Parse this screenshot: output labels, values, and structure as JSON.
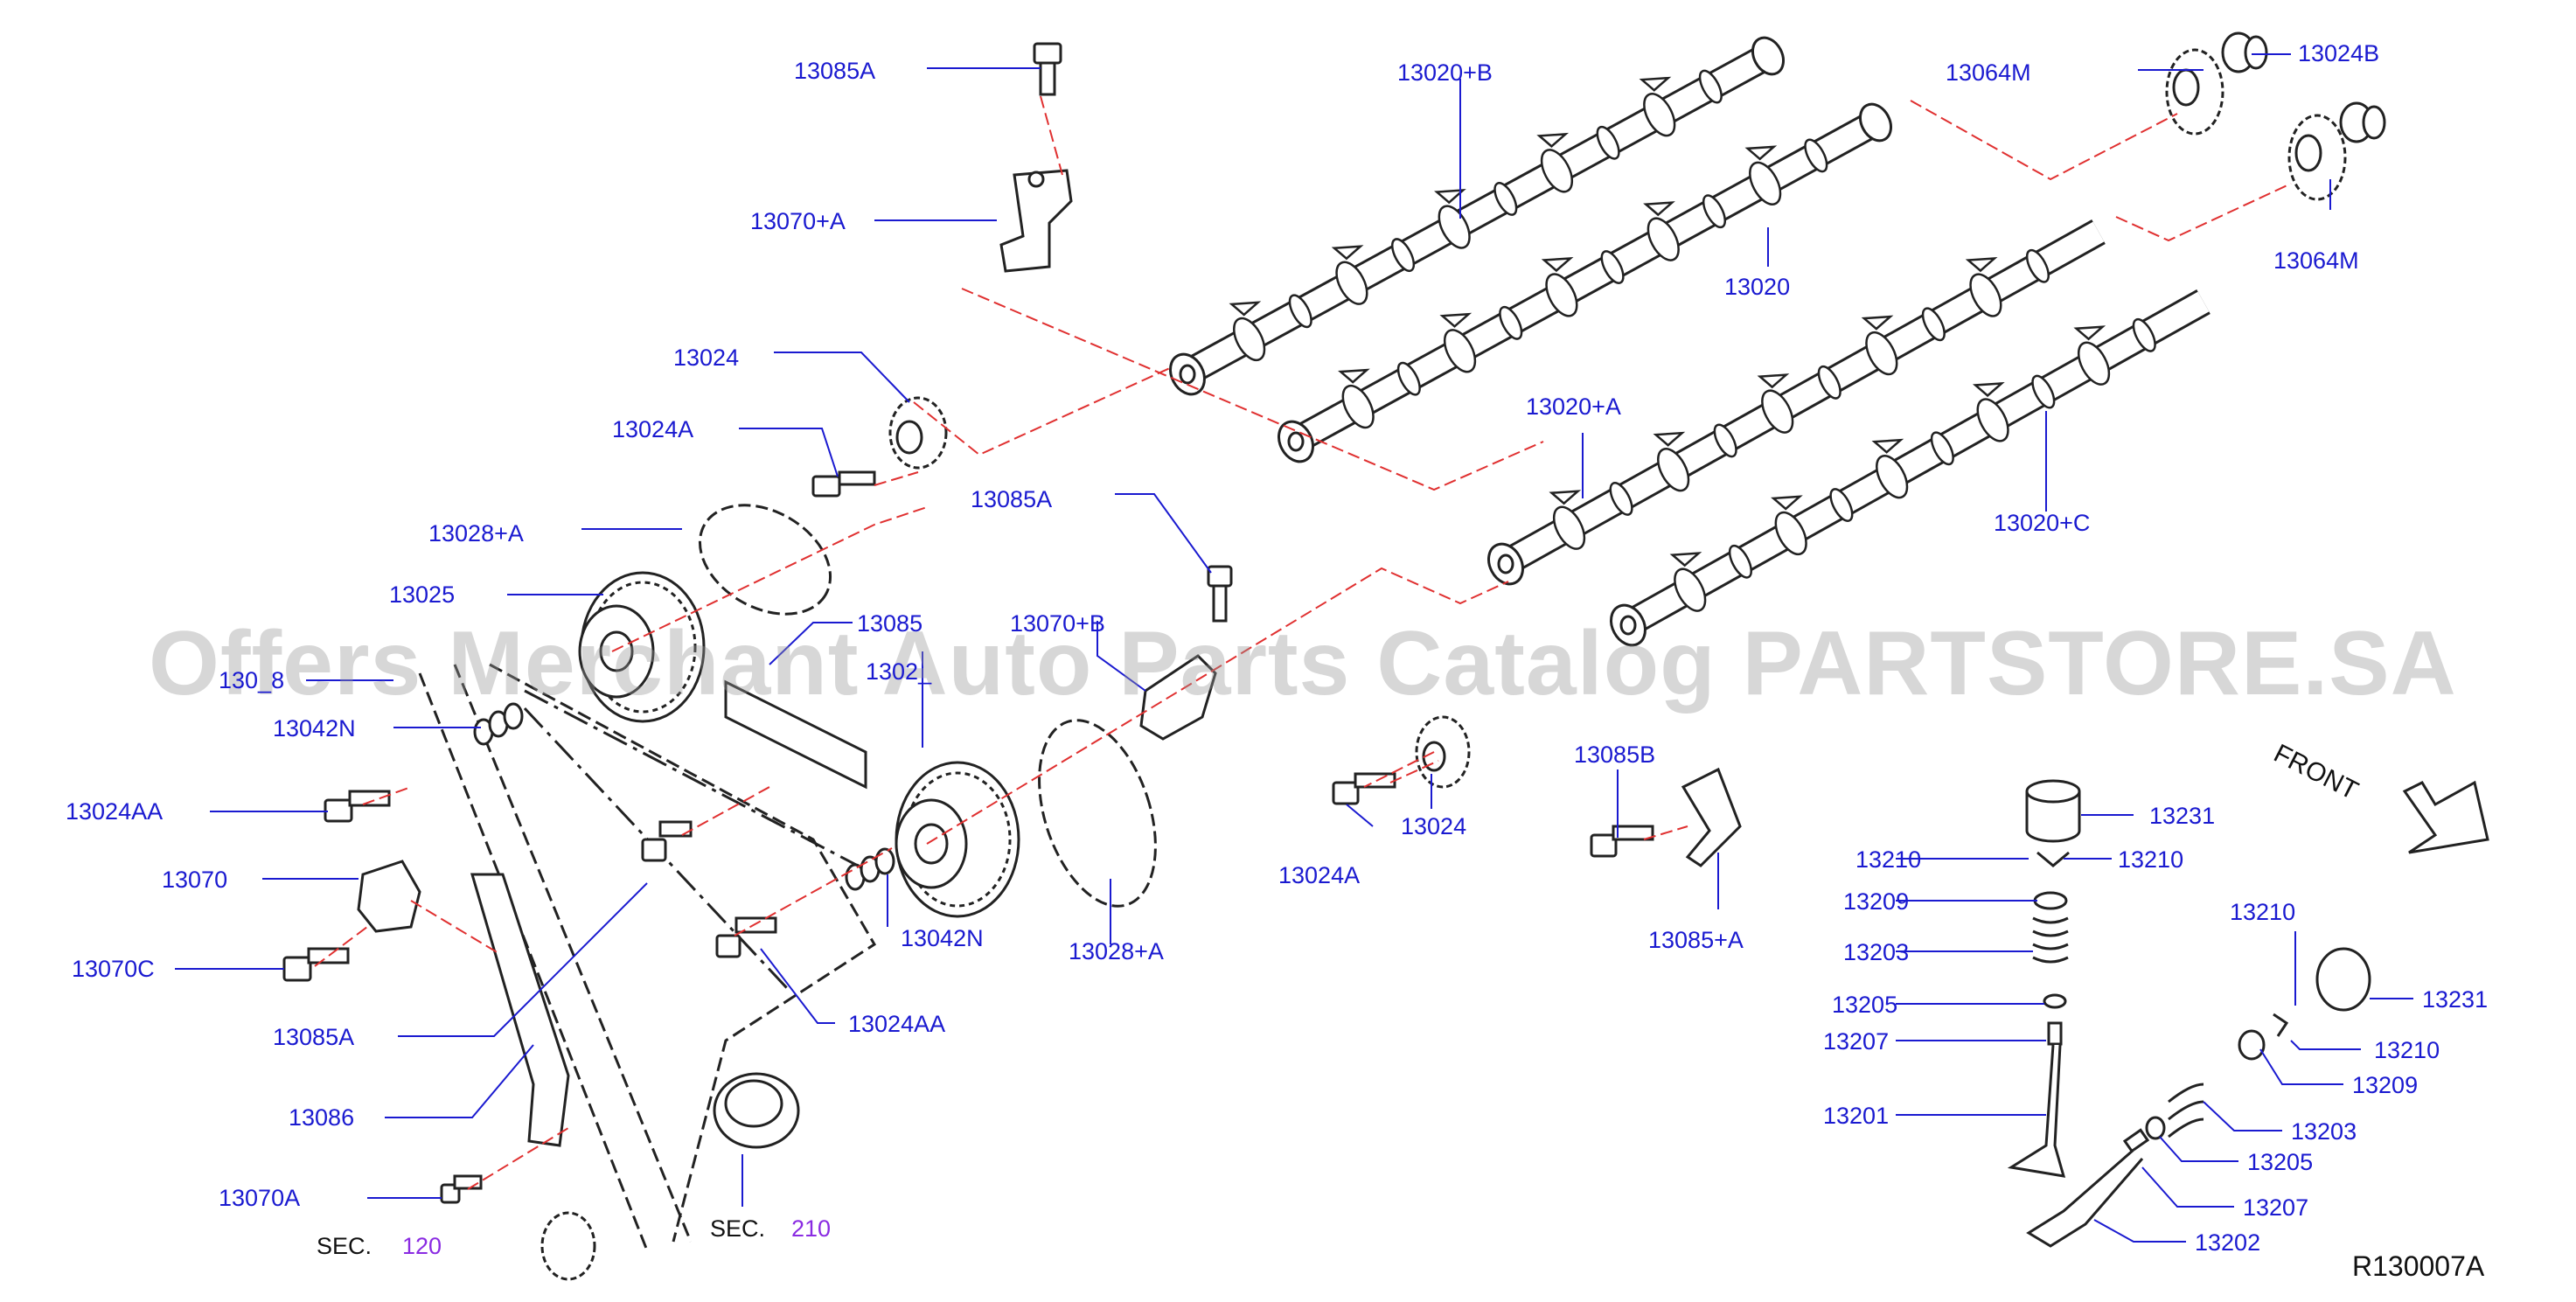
{
  "watermark": "Offers Merchant Auto Parts Catalog PARTSTORE.SA",
  "diagram_id": "R130007A",
  "front_label": "FRONT",
  "sec_label": "SEC.",
  "sec_refs": [
    "120",
    "210"
  ],
  "colors": {
    "label": "#1a1ad0",
    "leader_dash": "#e03030",
    "line": "#222222",
    "sec_ref": "#8a2be2"
  },
  "labels": {
    "p13085A_top": "13085A",
    "p13070A_top": "13070+A",
    "p13020B": "13020+B",
    "p13064M_1": "13064M",
    "p13024B": "13024B",
    "p13064M_2": "13064M",
    "p13020": "13020",
    "p13024": "13024",
    "p13024A": "13024A",
    "p13028A_1": "13028+A",
    "p13085A_mid": "13085A",
    "p13020A": "13020+A",
    "p13020C": "13020+C",
    "p13025": "13025",
    "p13085": "13085",
    "p13070B": "13070+B",
    "p13028_partial": "130_8",
    "p13042N_1": "13042N",
    "p13024_partial": "1302_",
    "p13024AA_1": "13024AA",
    "p13070": "13070",
    "p13070C": "13070C",
    "p13085A_low": "13085A",
    "p13086": "13086",
    "p13070A": "13070A",
    "p13024AA_2": "13024AA",
    "p13042N_2": "13042N",
    "p13028A_2": "13028+A",
    "p13024_low": "13024",
    "p13024A_low": "13024A",
    "p13085B": "13085B",
    "p13085A_plus": "13085+A",
    "p13231_1": "13231",
    "p13210_1": "13210",
    "p13210_2": "13210",
    "p13209_1": "13209",
    "p13203_1": "13203",
    "p13205_1": "13205",
    "p13207_1": "13207",
    "p13201": "13201",
    "p13210_3": "13210",
    "p13231_2": "13231",
    "p13210_4": "13210",
    "p13209_2": "13209",
    "p13203_2": "13203",
    "p13205_2": "13205",
    "p13207_2": "13207",
    "p13202": "13202"
  }
}
